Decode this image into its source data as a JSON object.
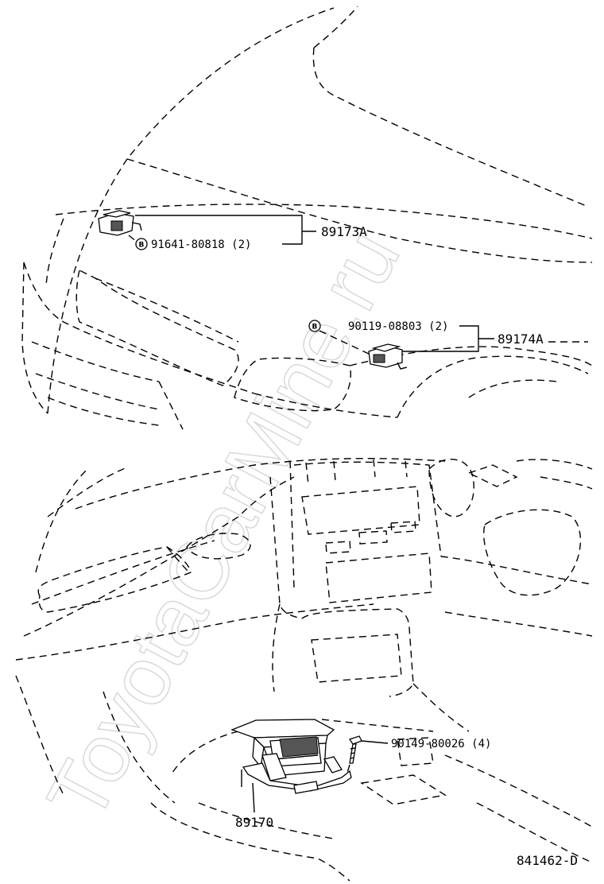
{
  "watermark": "ToyotaCarMine.ru",
  "labels": {
    "sensor_front_left": "89173A",
    "bolt_front_left": "91641-80818 (2)",
    "bolt_front_right": "90119-08803 (2)",
    "sensor_front_right": "89174A",
    "ecu_bolt": "90149-80026 (4)",
    "ecu": "89170",
    "diagram_id": "841462-D"
  },
  "bolt_marker_letter": "B"
}
